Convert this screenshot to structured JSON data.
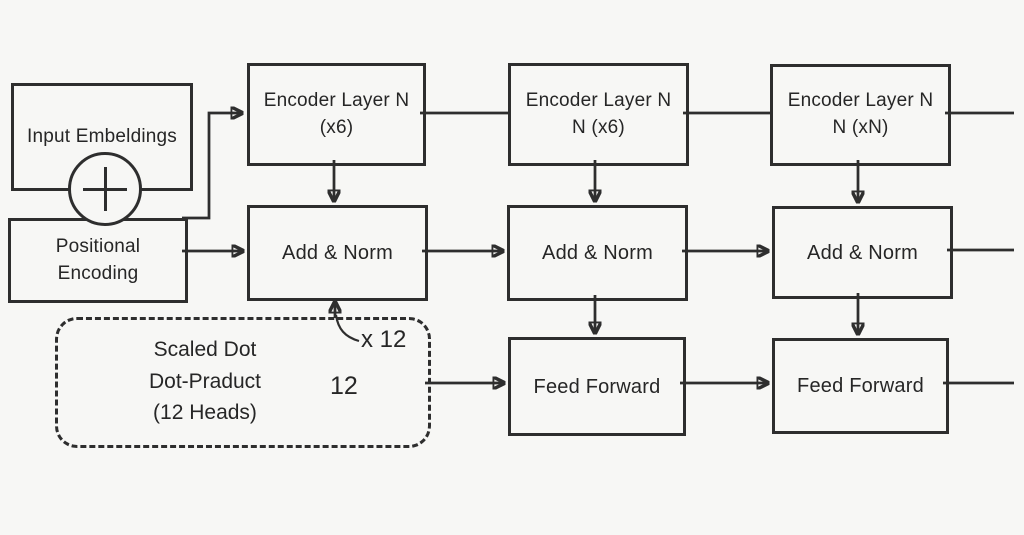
{
  "colors": {
    "background": "#f7f7f5",
    "line": "#2e2e2e",
    "text": "#262626"
  },
  "nodes": {
    "input_embeddings": {
      "label": "Input Embeldings"
    },
    "sum_junction": {
      "icon": "plus-icon"
    },
    "positional_encoding": {
      "line1": "Positional",
      "line2": "Encoding"
    },
    "encoder_layer_1": {
      "line1": "Encoder Layer N",
      "line2": "(x6)"
    },
    "encoder_layer_2": {
      "line1": "Encoder Layer N",
      "line2": "N (x6)"
    },
    "encoder_layer_3": {
      "line1": "Encoder Layer N",
      "line2": "N (xN)"
    },
    "add_norm_1": {
      "label": "Add & Norm"
    },
    "add_norm_2": {
      "label": "Add & Norm"
    },
    "add_norm_3": {
      "label": "Add & Norm"
    },
    "feed_forward_2": {
      "label": "Feed Forward"
    },
    "feed_forward_3": {
      "label": "Feed Forward"
    },
    "scaled_dot_product": {
      "line1": "Scaled Dot",
      "line2": "Dot-Praduct",
      "line3": "(12 Heads)",
      "count": "12"
    }
  },
  "annotations": {
    "x12_label": "x 12"
  }
}
